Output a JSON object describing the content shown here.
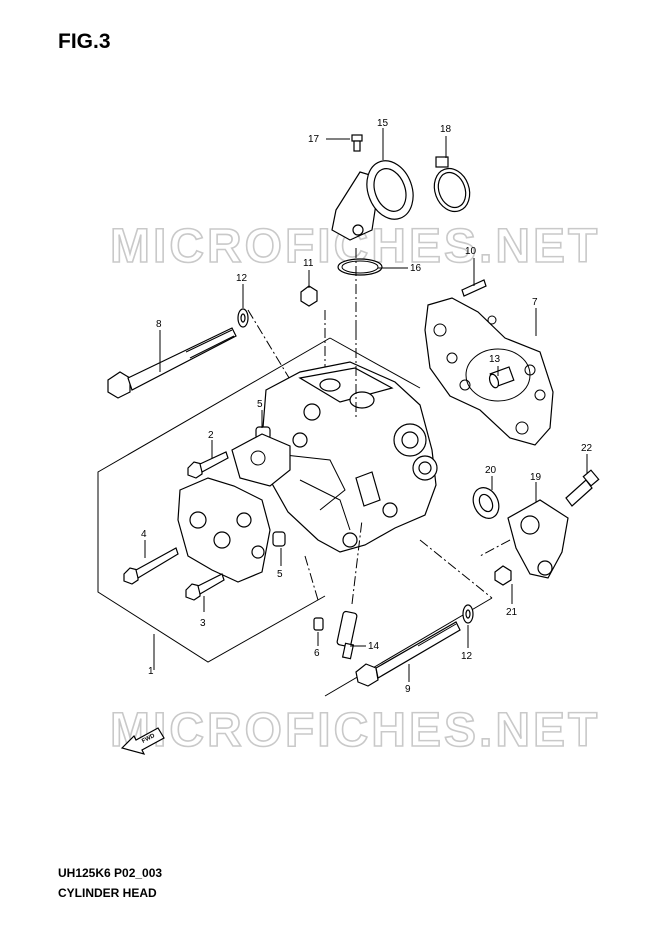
{
  "header": {
    "title": "FIG.3"
  },
  "footer": {
    "code": "UH125K6 P02_003",
    "name": "CYLINDER HEAD"
  },
  "watermark": {
    "text": "MICROFICHES.NET",
    "color": "#c9c9c9"
  },
  "fwd_marker": {
    "label": "FWD"
  },
  "callouts": [
    {
      "id": "c1",
      "label": "1"
    },
    {
      "id": "c2",
      "label": "2"
    },
    {
      "id": "c3",
      "label": "3"
    },
    {
      "id": "c4",
      "label": "4"
    },
    {
      "id": "c5a",
      "label": "5"
    },
    {
      "id": "c5b",
      "label": "5"
    },
    {
      "id": "c6",
      "label": "6"
    },
    {
      "id": "c7",
      "label": "7"
    },
    {
      "id": "c8",
      "label": "8"
    },
    {
      "id": "c9",
      "label": "9"
    },
    {
      "id": "c10",
      "label": "10"
    },
    {
      "id": "c11",
      "label": "11"
    },
    {
      "id": "c12a",
      "label": "12"
    },
    {
      "id": "c12b",
      "label": "12"
    },
    {
      "id": "c13",
      "label": "13"
    },
    {
      "id": "c14",
      "label": "14"
    },
    {
      "id": "c15",
      "label": "15"
    },
    {
      "id": "c16",
      "label": "16"
    },
    {
      "id": "c17",
      "label": "17"
    },
    {
      "id": "c18",
      "label": "18"
    },
    {
      "id": "c19",
      "label": "19"
    },
    {
      "id": "c20",
      "label": "20"
    },
    {
      "id": "c21",
      "label": "21"
    },
    {
      "id": "c22",
      "label": "22"
    }
  ]
}
